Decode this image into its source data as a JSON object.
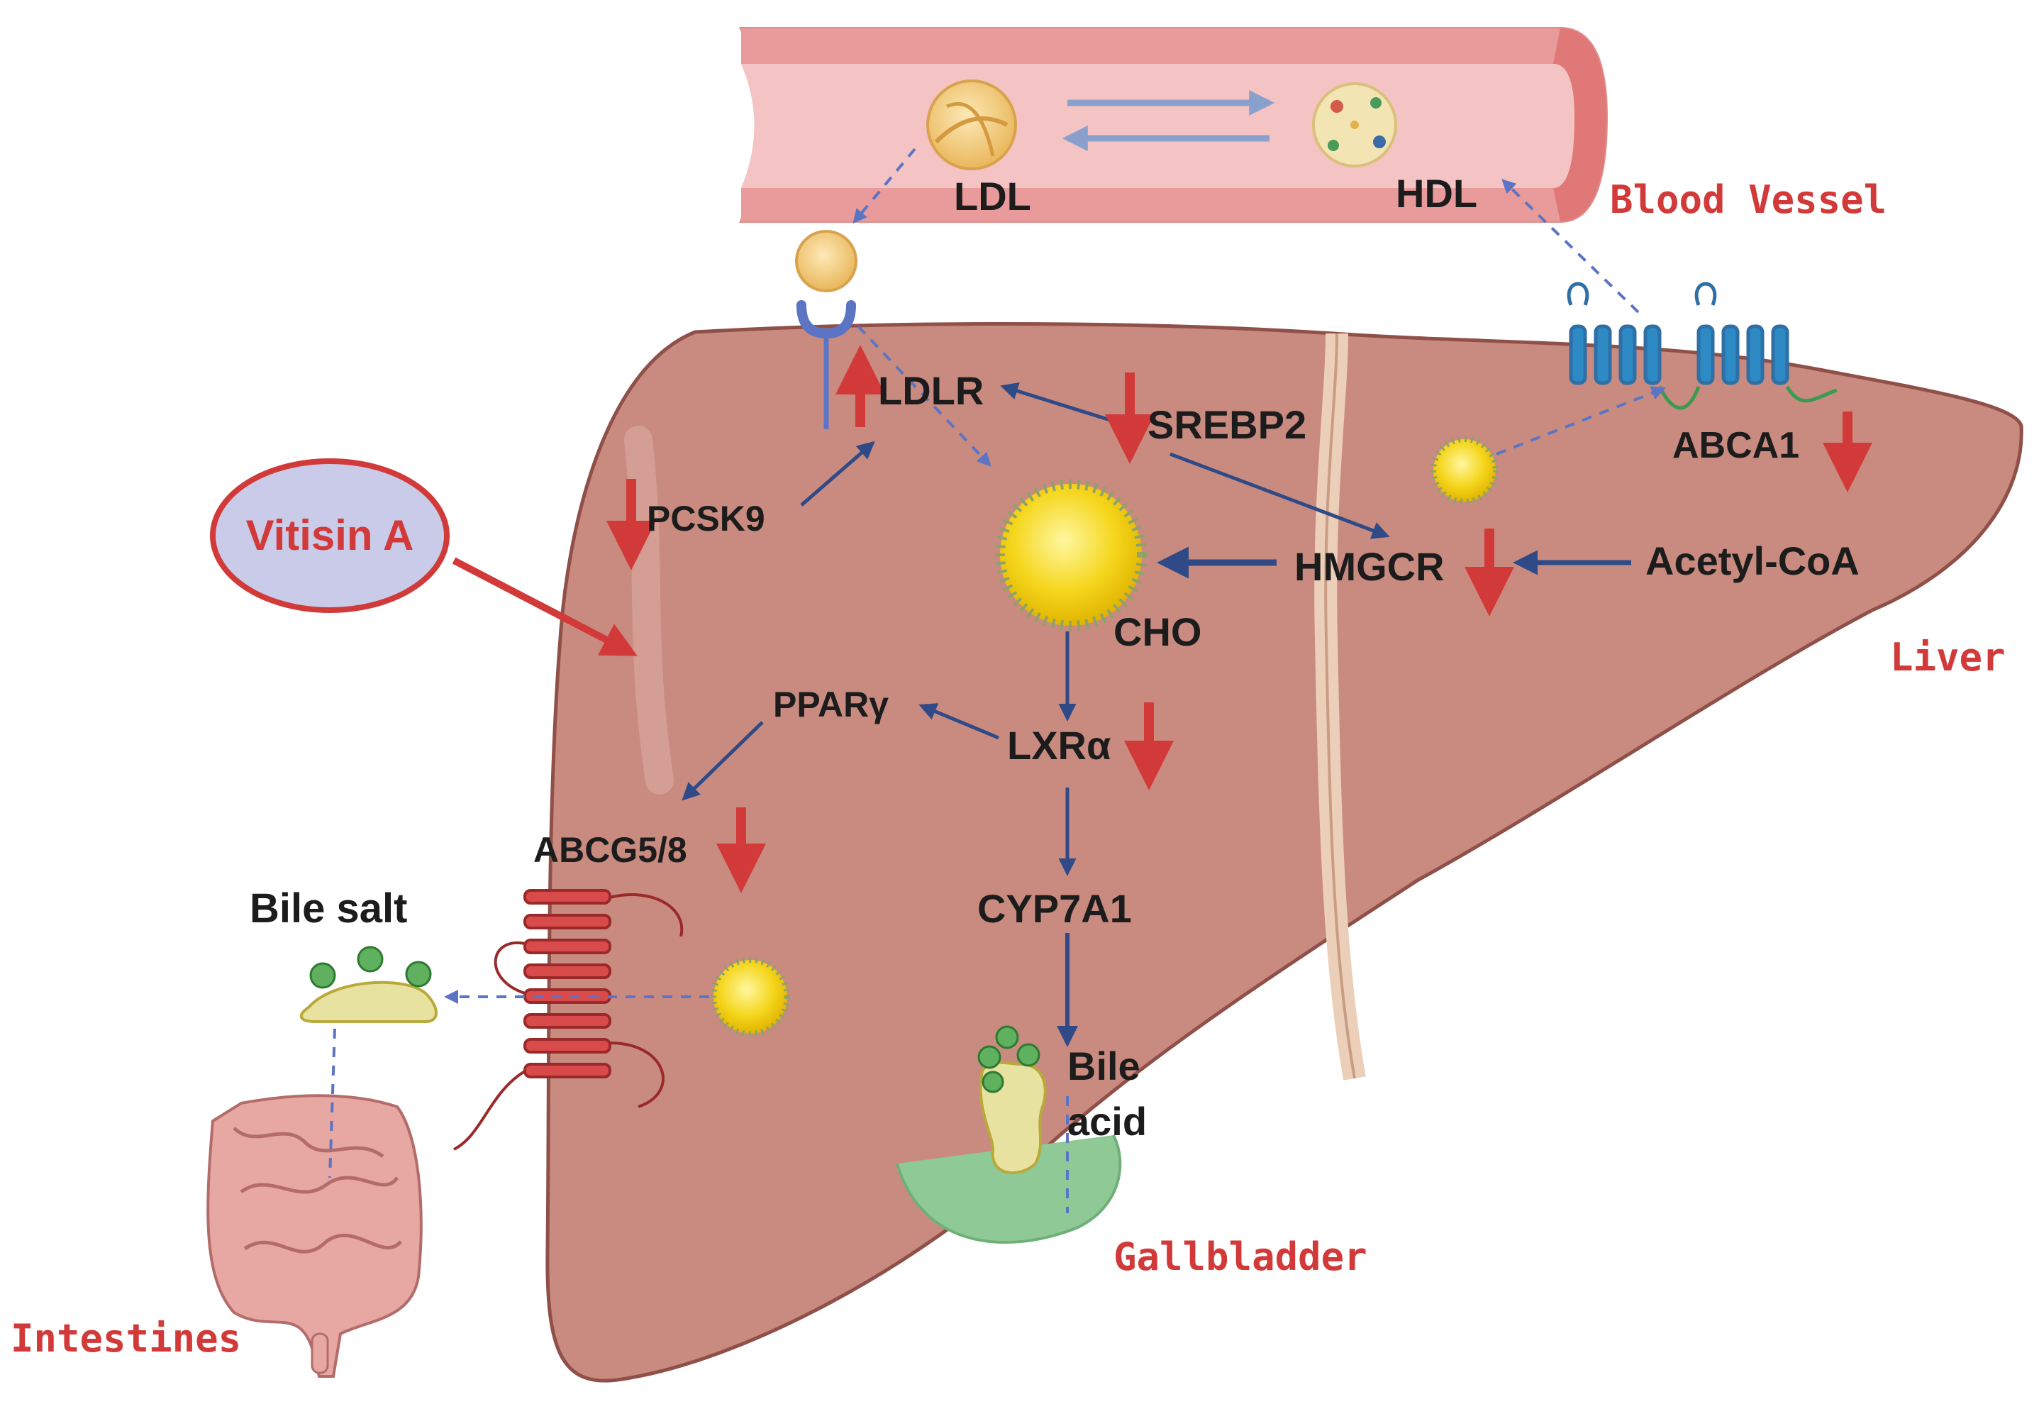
{
  "labels": {
    "ldl": "LDL",
    "hdl": "HDL",
    "ldlr": "LDLR",
    "srebp2": "SREBP2",
    "pcsk9": "PCSK9",
    "abca1": "ABCA1",
    "hmgcr": "HMGCR",
    "acetyl_coa": "Acetyl-CoA",
    "cho": "CHO",
    "ppar": "PPARγ",
    "lxr": "LXRα",
    "abcg": "ABCG5/8",
    "cyp": "CYP7A1",
    "bile_salt": "Bile salt",
    "bile_acid_1": "Bile",
    "bile_acid_2": "acid",
    "vitisin": "Vitisin A"
  },
  "regions": {
    "blood_vessel": "Blood Vessel",
    "liver": "Liver",
    "gallbladder": "Gallbladder",
    "intestines": "Intestines"
  },
  "colors": {
    "liver": "#c98b80",
    "vessel": "#f2b7b7",
    "pathway_arrow": "#2f4a86",
    "regulation_arrow": "#d23a3a",
    "region_text": "#d23a3a",
    "vitisin_fill": "#c9cbe8"
  },
  "regulation": {
    "ldlr": "up",
    "srebp2": "down",
    "pcsk9": "down",
    "abca1": "down",
    "hmgcr": "down",
    "lxr": "down",
    "abcg": "down"
  }
}
